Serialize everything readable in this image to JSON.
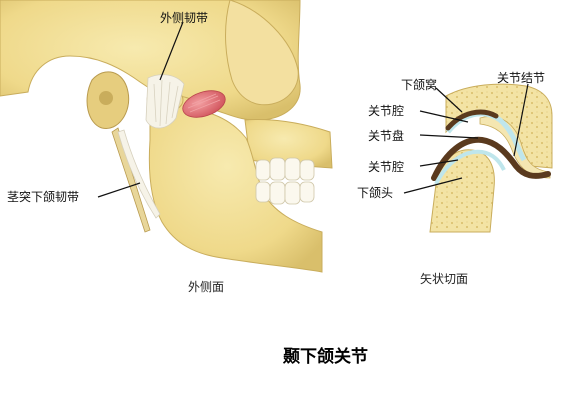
{
  "title": "颞下颌关节",
  "lateral_view": {
    "caption": "外侧面",
    "labels": {
      "lateral_ligament": "外侧韧带",
      "stylomandibular_ligament": "茎突下颌韧带"
    }
  },
  "sagittal_view": {
    "caption": "矢状切面",
    "labels": {
      "mandibular_fossa": "下颌窝",
      "articular_tubercle": "关节结节",
      "upper_joint_cavity": "关节腔",
      "articular_disc": "关节盘",
      "lower_joint_cavity": "关节腔",
      "mandibular_head": "下颌头"
    }
  },
  "colors": {
    "bone": "#f1df94",
    "bone_shadow": "#d8be6a",
    "ligament": "#f4f1e6",
    "muscle": "#e06a70",
    "disc": "#5a3a1e",
    "cavity": "#bfe6ec"
  }
}
